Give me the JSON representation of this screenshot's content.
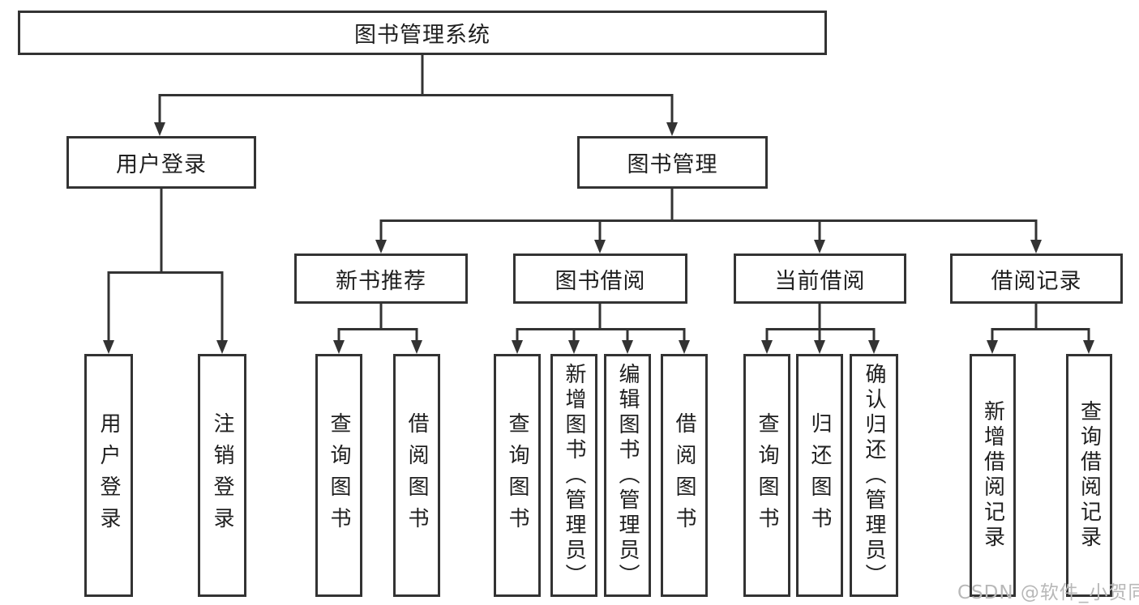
{
  "root": {
    "label": "图书管理系统"
  },
  "level1": [
    {
      "label": "用户登录"
    },
    {
      "label": "图书管理"
    }
  ],
  "level2": [
    {
      "label": "新书推荐"
    },
    {
      "label": "图书借阅"
    },
    {
      "label": "当前借阅"
    },
    {
      "label": "借阅记录"
    }
  ],
  "leaves": {
    "login": [
      {
        "label": "用户登录"
      },
      {
        "label": "注销登录"
      }
    ],
    "recommend": [
      {
        "label": "查询图书"
      },
      {
        "label": "借阅图书"
      }
    ],
    "borrow": [
      {
        "label": "查询图书"
      },
      {
        "label": "新增图书（管理员）"
      },
      {
        "label": "编辑图书（管理员）"
      },
      {
        "label": "借阅图书"
      }
    ],
    "current": [
      {
        "label": "查询图书"
      },
      {
        "label": "归还图书"
      },
      {
        "label": "确认归还（管理员）"
      }
    ],
    "records": [
      {
        "label": "新增借阅记录"
      },
      {
        "label": "查询借阅记录"
      }
    ]
  },
  "watermark": {
    "text": "CSDN @软件_小贺同学"
  },
  "colors": {
    "line": "#333333",
    "text": "#1f1f1f",
    "watermark": "#b8b8b8",
    "background": "#ffffff"
  }
}
